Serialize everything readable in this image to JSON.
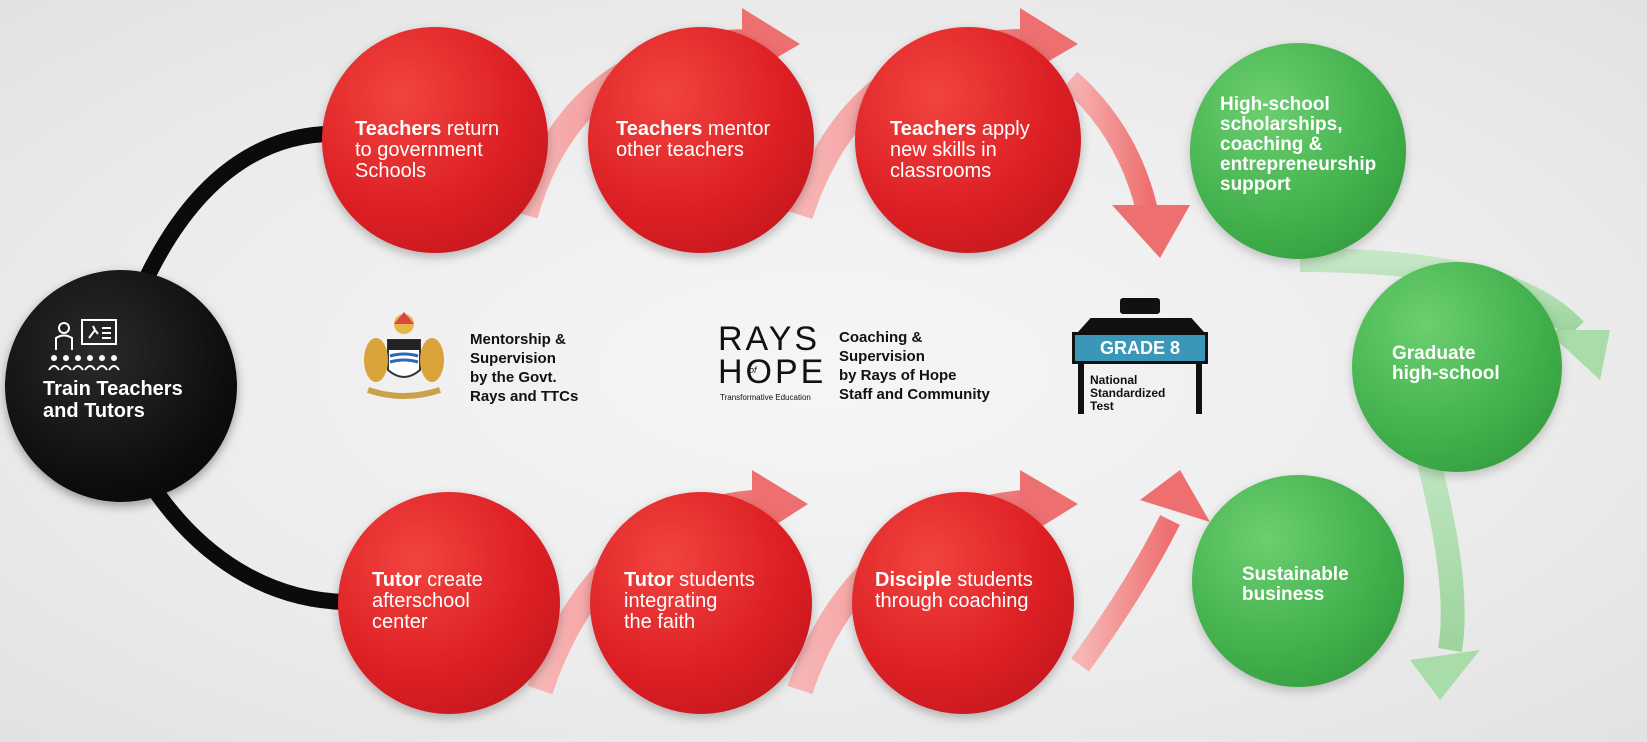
{
  "start": {
    "lines": [
      "Train Teachers",
      "and Tutors"
    ],
    "icon": "classroom-teacher-icon"
  },
  "top_row": [
    {
      "bold": "Teachers",
      "rest": [
        " return",
        "to government",
        "Schools"
      ]
    },
    {
      "bold": "Teachers",
      "rest": [
        " mentor",
        "other teachers"
      ]
    },
    {
      "bold": "Teachers",
      "rest": [
        " apply",
        "new skills in",
        "classrooms"
      ]
    }
  ],
  "bottom_row": [
    {
      "bold": "Tutor",
      "rest": [
        " create",
        "afterschool",
        "center"
      ]
    },
    {
      "bold": "Tutor",
      "rest": [
        " students",
        "integrating",
        "the faith"
      ]
    },
    {
      "bold": "Disciple",
      "rest": [
        " students",
        "through coaching"
      ]
    }
  ],
  "green_path": [
    {
      "lines": [
        "High-school",
        "scholarships,",
        "coaching &",
        "entrepreneurship",
        "support"
      ]
    },
    {
      "lines": [
        "Graduate",
        "high-school"
      ]
    },
    {
      "lines": [
        "Sustainable",
        "business"
      ]
    }
  ],
  "govt": {
    "icon": "malawi-coat-of-arms-icon",
    "lines": [
      "Mentorship &",
      "Supervision",
      "by the Govt.",
      "Rays and TTCs"
    ]
  },
  "rays": {
    "logo_top": "RAYS",
    "logo_bottom": "HOPE",
    "logo_of": "of",
    "logo_tagline": "Transformative Education",
    "lines": [
      "Coaching &",
      "Supervision",
      "by Rays of Hope",
      "Staff and Community"
    ]
  },
  "grade8": {
    "banner": "GRADE 8",
    "lines": [
      "National",
      "Standardized",
      "Test"
    ],
    "icon": "exam-desk-icon"
  },
  "colors": {
    "red": "#dc1f24",
    "green": "#3fae4a",
    "black": "#0b0b0b",
    "arrow_red": "#f08a8a",
    "arrow_green": "#a8dca8",
    "teal": "#3b97b8"
  }
}
